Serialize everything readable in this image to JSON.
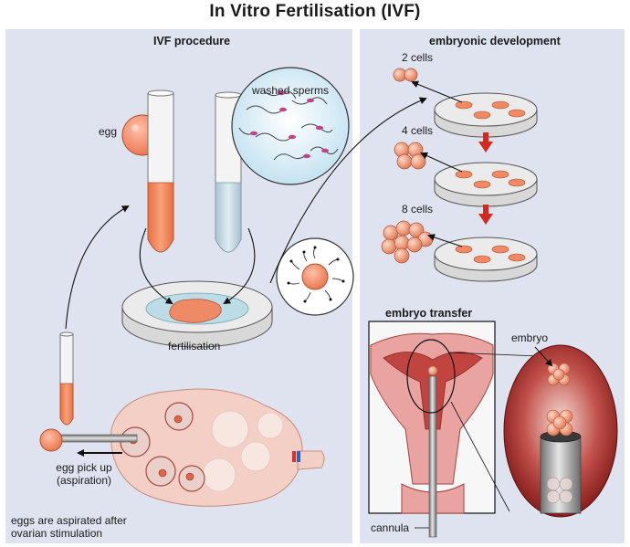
{
  "title": "In Vitro Fertilisation (IVF)",
  "left_panel": {
    "heading": "IVF procedure",
    "labels": {
      "egg": "egg",
      "washed_sperms": "washed sperms",
      "fertilisation": "fertilisation",
      "egg_pick_up_line1": "egg pick up",
      "egg_pick_up_line2": "(aspiration)",
      "caption_line1": "eggs are aspirated after",
      "caption_line2": "ovarian stimulation"
    }
  },
  "right_panel": {
    "heading": "embryonic development",
    "stages": [
      "2 cells",
      "4 cells",
      "8 cells"
    ],
    "transfer_heading": "embryo transfer",
    "labels": {
      "embryo": "embryo",
      "cannula": "cannula"
    }
  },
  "colors": {
    "panel_bg": "#dfe3ef",
    "egg_orange": "#f08a66",
    "tube_fluid": "#ef8457",
    "sperm_fluid": "#c9dce4",
    "uterus_pink": "#e88a8a",
    "arrow_red": "#d42a1e"
  }
}
